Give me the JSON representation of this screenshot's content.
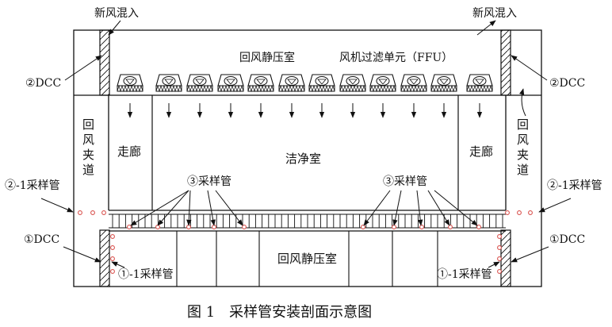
{
  "labels": {
    "fresh_air_left": "新风混入",
    "fresh_air_right": "新风混入",
    "return_plenum_top": "回风静压室",
    "ffu": "风机过滤单元（FFU）",
    "dcc2_left": "②DCC",
    "dcc2_right": "②DCC",
    "return_channel_left": [
      "回",
      "风",
      "夹",
      "道"
    ],
    "return_channel_right": [
      "回",
      "风",
      "夹",
      "道"
    ],
    "corridor_left": "走廊",
    "corridor_right": "走廊",
    "cleanroom": "洁净室",
    "sampling_pipe_left": "③采样管",
    "sampling_pipe_right": "③采样管",
    "sampling_2_1_left": "②-1采样管",
    "sampling_2_1_right": "②-1采样管",
    "dcc1_left": "①DCC",
    "dcc1_right": "①DCC",
    "sampling_1_1_left": "①-1采样管",
    "sampling_1_1_right": "①-1采样管",
    "return_plenum_bottom": "回风静压室"
  },
  "caption": "图 1　采样管安装剖面示意图",
  "ffu_count": 12,
  "colors": {
    "line": "#111111",
    "sample_point": "#d9534f"
  }
}
